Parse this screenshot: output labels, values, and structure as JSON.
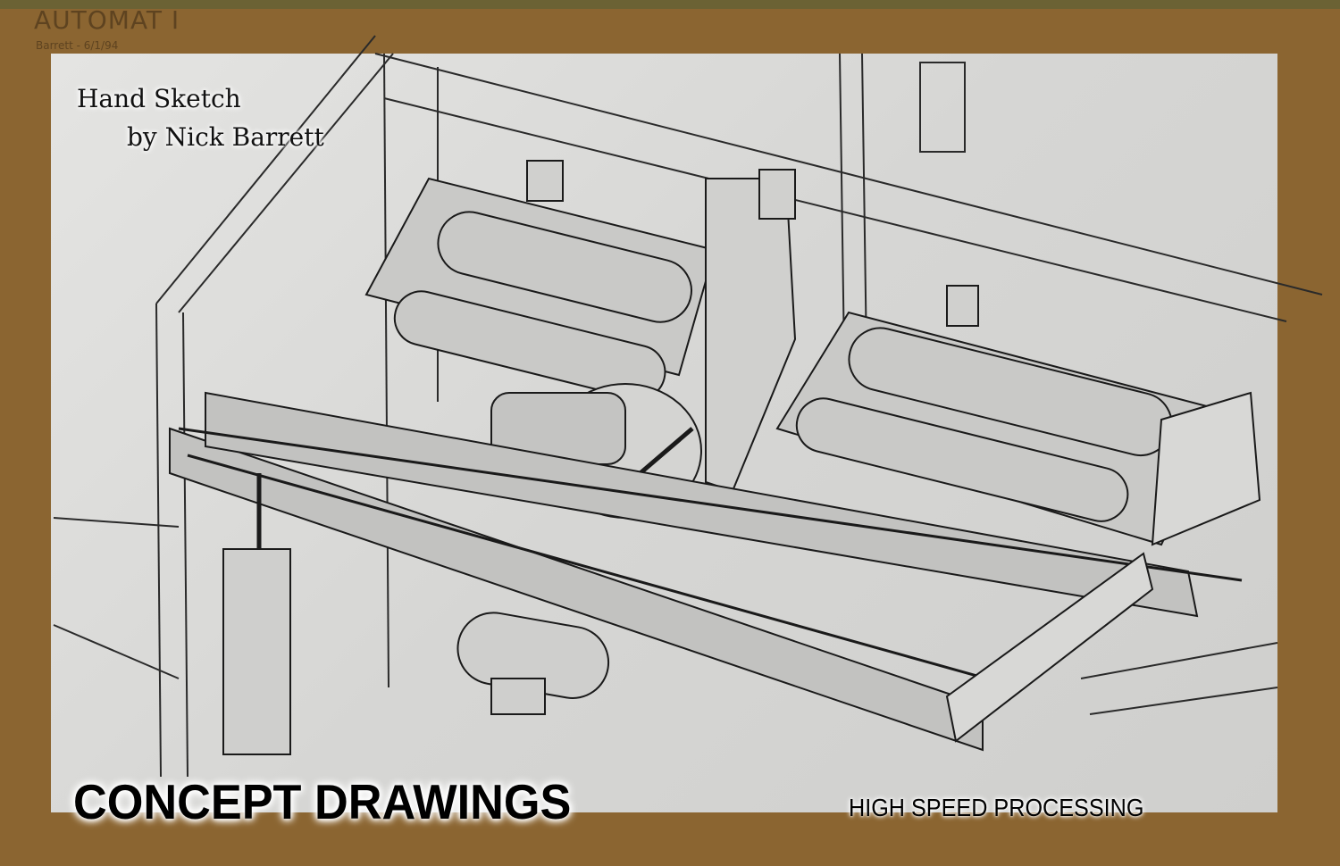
{
  "margin_note": {
    "title": "AUTOMAT I",
    "subtitle": "Barrett - 6/1/94"
  },
  "credit": {
    "line1": "Hand Sketch",
    "line2": "by Nick Barrett"
  },
  "headline": "CONCEPT DRAWINGS",
  "subheadline": "HIGH SPEED PROCESSING",
  "colors": {
    "background": "#8b6531",
    "top_strip": "#6b6234",
    "panel": "#dcdcda",
    "ink": "#1a1a1a"
  }
}
